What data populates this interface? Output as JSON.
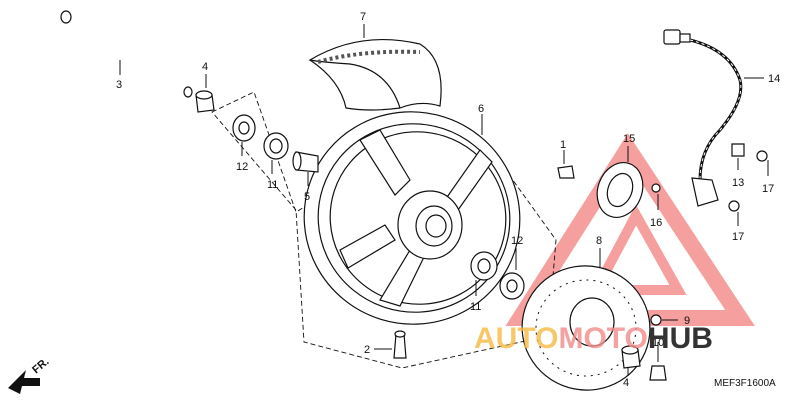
{
  "diagram": {
    "labels": {
      "axle": "3",
      "collar_top": "4",
      "collar_bottom": "4",
      "valve": "2",
      "spacer": "5",
      "rim": "6",
      "tire": "7",
      "disc": "8",
      "disc_bolt": "9",
      "brake_bolt": "10",
      "bearing_left": "11",
      "bearing_right": "11",
      "seal_left": "12",
      "seal_right": "12",
      "sensor_bolt": "13",
      "sensor": "14",
      "pulser_ring": "15",
      "ring_screw": "16",
      "bolt_a": "17",
      "bolt_b": "17",
      "clip": "1"
    },
    "direction_label": "FR.",
    "diagram_code": "MEF3F1600A"
  },
  "watermark": {
    "text_a": "AUTO",
    "text_b": "MOTO",
    "text_c": "HUB",
    "color_a": "#f5b942",
    "color_b": "#f08a8a",
    "color_c": "#333333",
    "triangle_color": "#f28080"
  }
}
